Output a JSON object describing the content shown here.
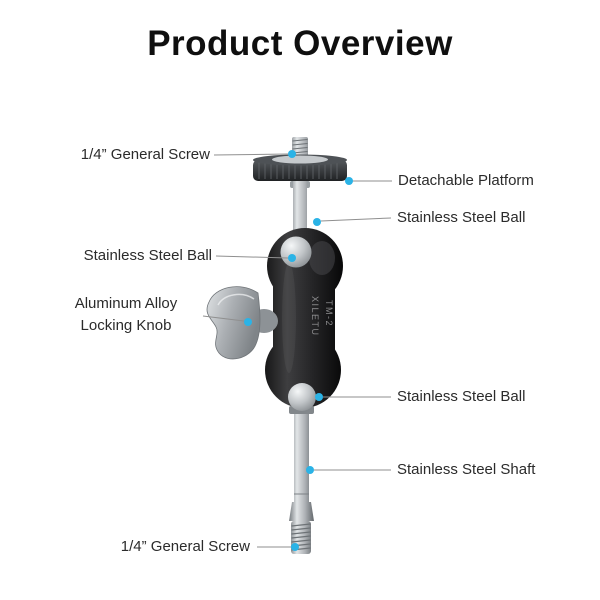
{
  "title": "Product Overview",
  "product": {
    "brand": "XILETU",
    "model": "TM-2"
  },
  "callouts": {
    "top_screw": "1/4” General Screw",
    "detachable_platform": "Detachable Platform",
    "upper_ball": "Stainless Steel Ball",
    "upper_ball_left": "Stainless Steel Ball",
    "locking_knob_line1": "Aluminum Alloy",
    "locking_knob_line2": "Locking Knob",
    "lower_ball": "Stainless Steel Ball",
    "shaft": "Stainless Steel Shaft",
    "bottom_screw": "1/4” General Screw"
  },
  "colors": {
    "callout_dot": "#2bb3e6",
    "leader_line": "#8f8f8f"
  }
}
